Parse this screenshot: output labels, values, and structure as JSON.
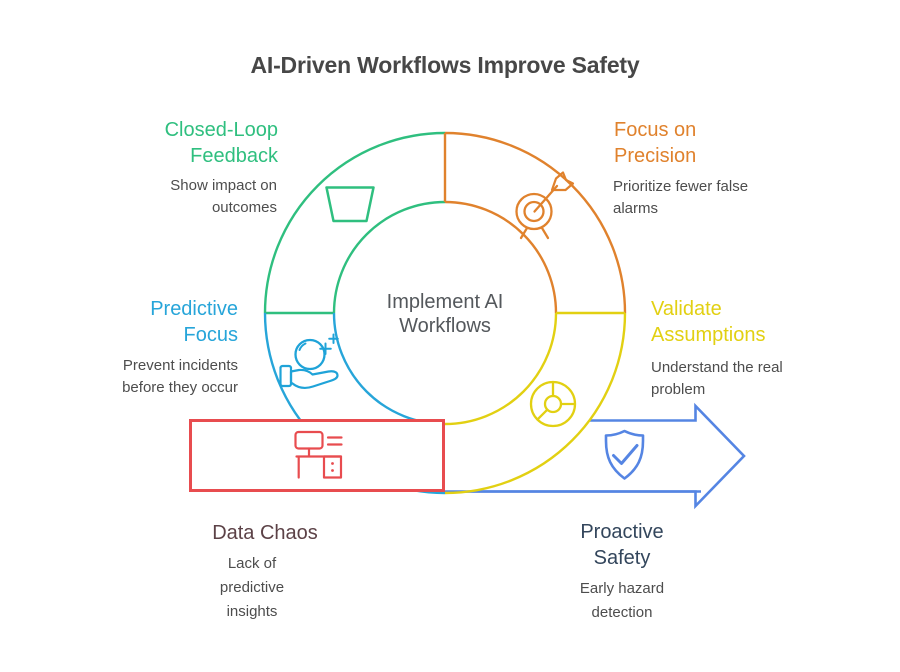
{
  "title": "AI-Driven Workflows Improve Safety",
  "center_label": "Implement AI\nWorkflows",
  "sections": {
    "closed_loop": {
      "heading": "Closed-Loop\nFeedback",
      "body": "Show impact on\noutcomes",
      "color": "#2fbf7f",
      "icon": "funnel-icon"
    },
    "focus_precision": {
      "heading": "Focus on\nPrecision",
      "body": "Prioritize fewer false\nalarms",
      "color": "#e0822d",
      "icon": "target-dart-icon"
    },
    "predictive_focus": {
      "heading": "Predictive\nFocus",
      "body": "Prevent incidents\nbefore they occur",
      "color": "#27a5d9",
      "icon": "hand-sphere-icon"
    },
    "validate_assumptions": {
      "heading": "Validate\nAssumptions",
      "body": "Understand the real\nproblem",
      "color": "#e2d012",
      "icon": "ship-wheel-icon"
    },
    "data_chaos": {
      "heading": "Data Chaos",
      "body": "Lack of\npredictive\ninsights",
      "color": "#e84c4f",
      "icon": "desk-computer-icon"
    },
    "proactive_safety": {
      "heading": "Proactive\nSafety",
      "body": "Early hazard\ndetection",
      "color": "#5585e3",
      "icon": "shield-check-icon"
    }
  },
  "colors": {
    "title_text": "#474747",
    "body_text": "#4d4d4d",
    "center_text": "#54585c",
    "green": "#2fbf7f",
    "orange": "#e0822d",
    "cyan": "#27a5d9",
    "yellow": "#e2d012",
    "red": "#e84c4f",
    "arrow_blue": "#5585e3",
    "data_chaos_text": "#5c4247",
    "proactive_text": "#33465c",
    "background": "#ffffff"
  }
}
